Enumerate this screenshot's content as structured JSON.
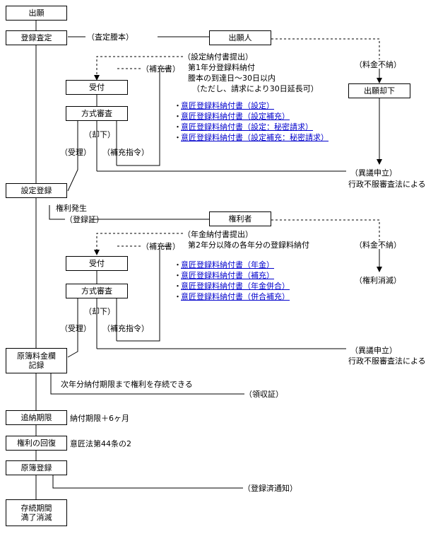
{
  "boxes": {
    "shutsugan": "出願",
    "toroku_satei": "登録査定",
    "shutsuganin": "出願人",
    "uketsuke1": "受付",
    "hoshiki1": "方式審査",
    "shutsugan_kyakka": "出願却下",
    "settei_toroku": "設定登録",
    "kenrisha": "権利者",
    "uketsuke2": "受付",
    "hoshiki2": "方式審査",
    "genbo_ryokin": "原簿料金欄\n記録",
    "tsuno_kigen": "追納期限",
    "kenri_kaifuku": "権利の回復",
    "genbo_toroku": "原簿登録",
    "sonzoku_manryo": "存続期間\n満了消滅"
  },
  "labels": {
    "satei_tohon": "（査定謄本）",
    "settei_nofu_title": "（設定納付書提出）",
    "settei_nofu_line1": "第1年分登録料納付",
    "settei_nofu_line2": "謄本の到達日～30日以内",
    "settei_nofu_line3": "（ただし、請求により30日延長可）",
    "hojusho1": "（補充書）",
    "kyakka1": "（却下）",
    "juri1": "（受理）",
    "hoju_shirei1": "（補充指令）",
    "ryokin_funo1": "（料金不納）",
    "igi_moushitate1": "（異議申立）",
    "gyosei_fufuku1": "行政不服審査法による",
    "kenri_hassei": "権利発生",
    "torokusho": "（登録証）",
    "nenkin_nofu_title": "（年金納付書提出）",
    "nenkin_nofu_line1": "第2年分以降の各年分の登録料納付",
    "hojusho2": "（補充書）",
    "ryokin_funo2": "（料金不納）",
    "kenri_shometsu": "（権利消滅）",
    "kyakka2": "（却下）",
    "juri2": "（受理）",
    "hoju_shirei2": "（補充指令）",
    "igi_moushitate2": "（異議申立）",
    "gyosei_fufuku2": "行政不服審査法による",
    "jinen_kigen": "次年分納付期限まで権利を存続できる",
    "ryoshusho": "（領収証）",
    "nofu_kigen": "納付期限＋6ヶ月",
    "ishoho_44": "意匠法第44条の2",
    "toroku_tsuchi": "（登録済通知）"
  },
  "bullet": "・",
  "links1": [
    "意匠登録料納付書（設定）",
    "意匠登録料納付書（設定補充）",
    "意匠登録料納付書（設定：秘密請求）",
    "意匠登録料納付書（設定補充：秘密請求）"
  ],
  "links2": [
    "意匠登録料納付書（年金）",
    "意匠登録料納付書（補充）",
    "意匠登録料納付書（年金併合）",
    "意匠登録料納付書（併合補充）"
  ],
  "colors": {
    "link": "#0000cc",
    "line": "#000000"
  }
}
